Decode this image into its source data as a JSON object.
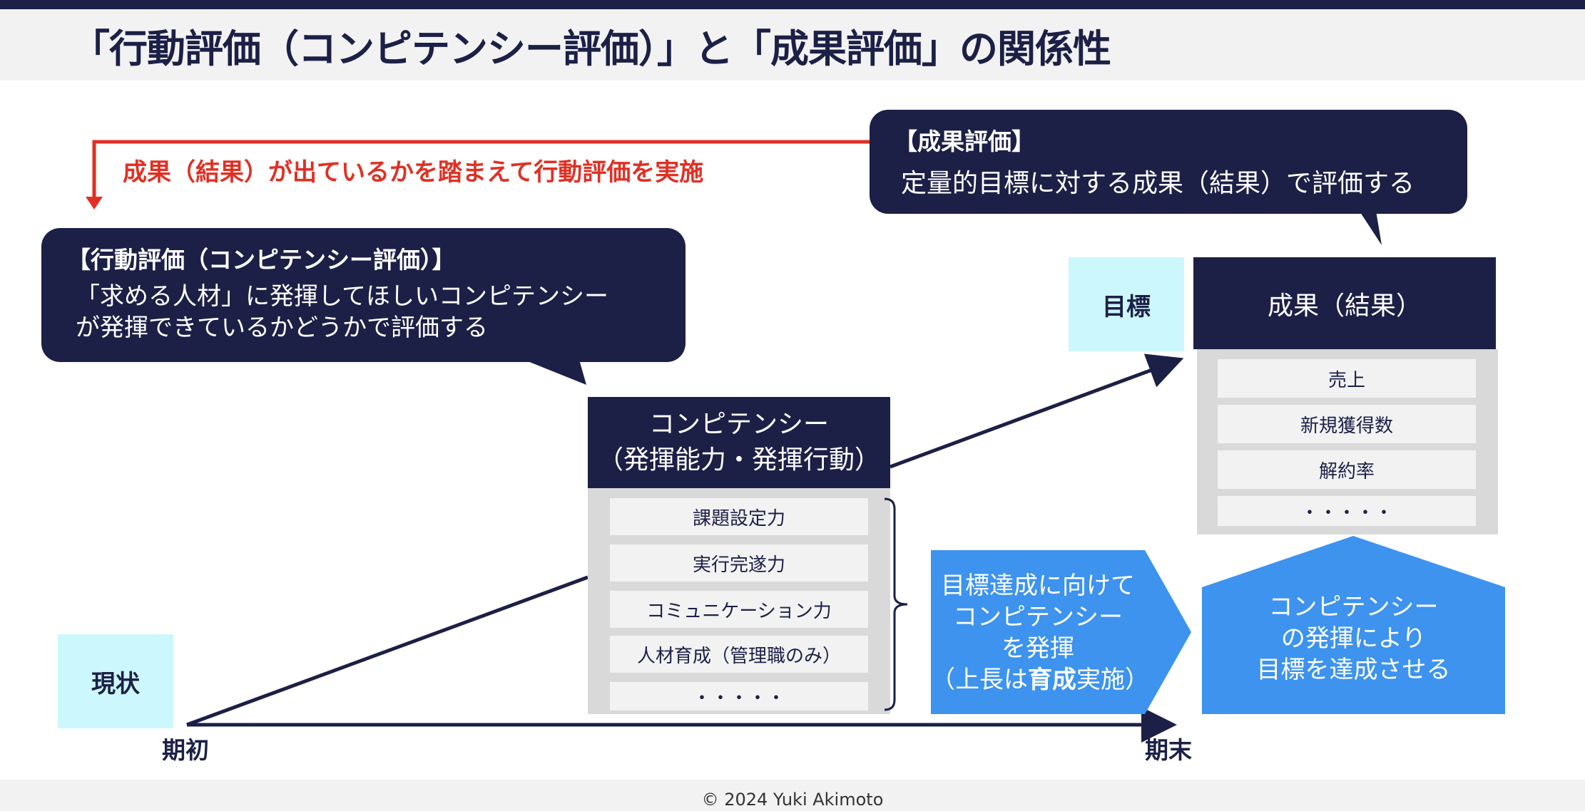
{
  "title": "「行動評価（コンピテンシー評価）」と「成果評価」の関係性",
  "red_note": "成果（結果）が出ているかを踏まえて行動評価を実施",
  "behavior_bubble": {
    "title": "【行動評価（コンピテンシー評価）】",
    "line1": "「求める人材」に発揮してほしいコンピテンシー",
    "line2": "が発揮できているかどうかで評価する"
  },
  "result_bubble": {
    "title": "【成果評価】",
    "text": "定量的目標に対する成果（結果）で評価する"
  },
  "tags": {
    "goal": "目標",
    "current": "現状"
  },
  "axis": {
    "start": "期初",
    "end": "期末"
  },
  "competency": {
    "line1": "コンピテンシー",
    "line2": "（発揮能力・発揮行動）",
    "items": [
      "課題設定力",
      "実行完遂力",
      "コミュニケーション力",
      "人材育成（管理職のみ）",
      "・・・・・"
    ]
  },
  "results": {
    "title": "成果（結果）",
    "items": [
      "売上",
      "新規獲得数",
      "解約率",
      "・・・・・"
    ]
  },
  "middle_arrow": {
    "line1": "目標達成に向けて",
    "line2": "コンピテンシー",
    "line3": "を発揮",
    "line4_pre": "（上長は",
    "line4_bold": "育成",
    "line4_post": "実施）"
  },
  "up_arrow": {
    "line1": "コンピテンシー",
    "line2": "の発揮により",
    "line3": "目標を達成させる"
  },
  "copyright": "© 2024 Yuki Akimoto",
  "colors": {
    "navy": "#1c2046",
    "red": "#e03024",
    "cyan": "#ccf7fc",
    "blue": "#3d93ee",
    "gray": "#d9d9d9"
  }
}
